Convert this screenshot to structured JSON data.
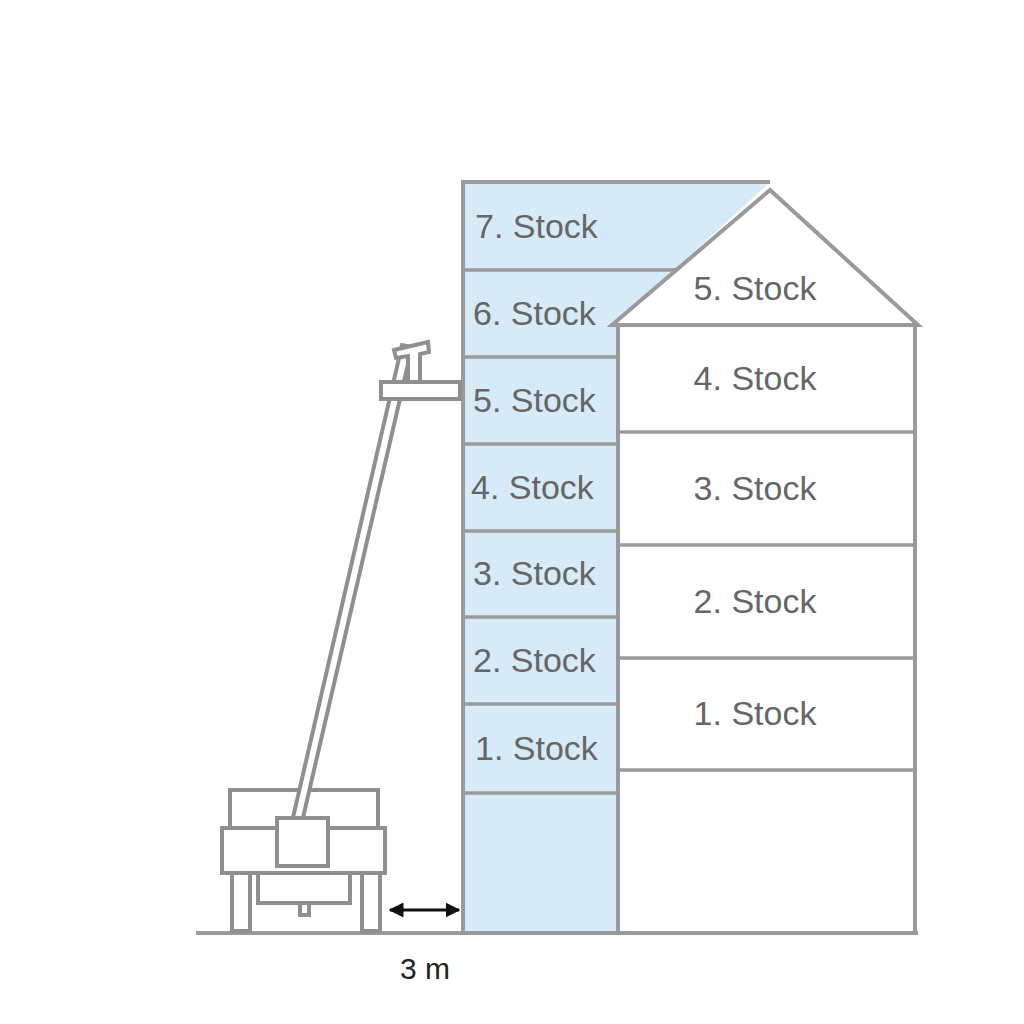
{
  "diagram": {
    "nodes": [
      {
        "text": [
          "7. Stock"
        ]
      },
      {
        "text": [
          "6. Stock"
        ]
      },
      {
        "text": [
          "5. Stock"
        ]
      },
      {
        "text": [
          "4. Stock"
        ]
      },
      {
        "text": [
          "3. Stock"
        ]
      },
      {
        "text": [
          "2. Stock"
        ]
      },
      {
        "text": [
          "1. Stock"
        ]
      },
      {
        "text": [
          "5. Stock"
        ]
      },
      {
        "text": [
          "4. Stock"
        ]
      },
      {
        "text": [
          "3. Stock"
        ]
      },
      {
        "text": [
          "2. Stock"
        ]
      },
      {
        "text": [
          "1. Stock"
        ]
      }
    ],
    "labels": [
      "3 m"
    ]
  }
}
